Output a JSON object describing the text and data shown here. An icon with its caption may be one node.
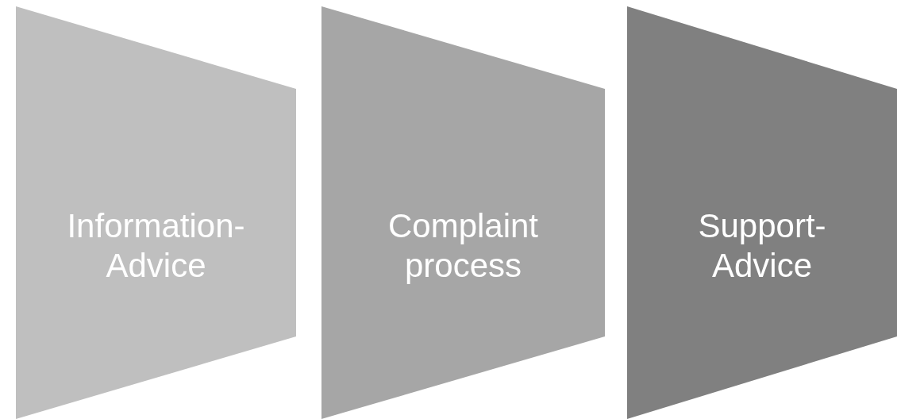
{
  "diagram": {
    "nodes": [
      {
        "text": [
          "Information- Advice"
        ]
      },
      {
        "text": [
          "Complaint process"
        ]
      },
      {
        "text": [
          "Support- Advice"
        ]
      }
    ]
  }
}
